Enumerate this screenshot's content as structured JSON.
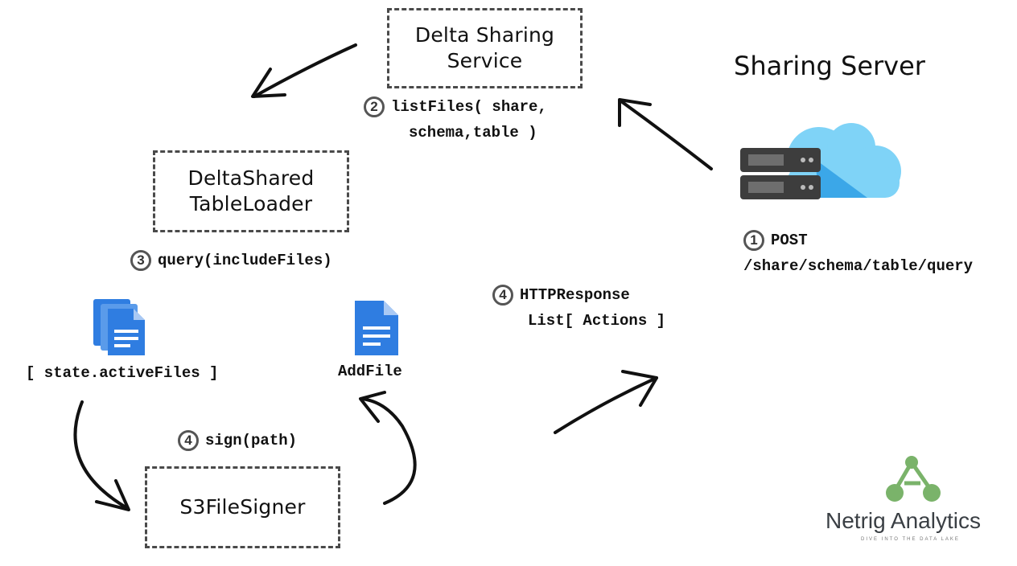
{
  "nodes": {
    "delta_sharing_service": {
      "line1": "Delta Sharing",
      "line2": "Service"
    },
    "sharing_server": {
      "label": "Sharing Server"
    },
    "table_loader": {
      "line1": "DeltaShared",
      "line2": "TableLoader"
    },
    "file_signer": {
      "label": "S3FileSigner"
    },
    "active_files": {
      "label": "[ state.activeFiles ]"
    },
    "add_file": {
      "label": "AddFile"
    }
  },
  "steps": {
    "post": {
      "num": "1",
      "line1": "POST",
      "line2": "/share/schema/table/query"
    },
    "list_files": {
      "num": "2",
      "line1": "listFiles( share,",
      "line2": "schema,table )"
    },
    "query": {
      "num": "3",
      "text": "query(includeFiles)"
    },
    "http_response": {
      "num": "4",
      "line1": "HTTPResponse",
      "line2": "List[ Actions ]"
    },
    "sign": {
      "num": "4",
      "text": "sign(path)"
    }
  },
  "logo": {
    "name": "Netrig Analytics",
    "tagline": "DIVE INTO THE DATA LAKE",
    "color": "#7ab36a"
  },
  "colors": {
    "cloud": "#7fd3f7",
    "cloud_shadow": "#3ba7e8",
    "server": "#3d3d3d",
    "doc_blue": "#2f7de1"
  }
}
